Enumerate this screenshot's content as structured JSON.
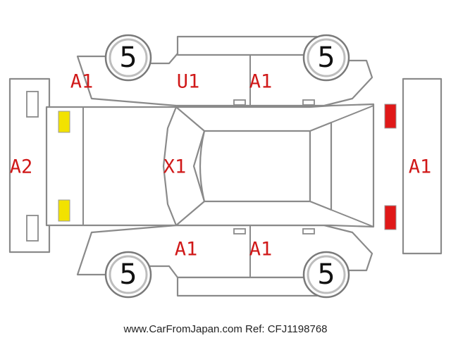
{
  "diagram": {
    "damage_codes": {
      "front_left": "A1",
      "roof_rear_left": "U1",
      "rear_left_door": "A1",
      "front_bumper": "A2",
      "hood": "X1",
      "rear_bumper": "A1",
      "front_right_door": "A1",
      "rear_right_door": "A1"
    },
    "wheels": {
      "top_left": "5",
      "top_right": "5",
      "bottom_left": "5",
      "bottom_right": "5"
    },
    "lights": {
      "front_color": "#f2e200",
      "rear_color": "#e01818"
    }
  },
  "footer": {
    "watermark": "www.CarFromJapan.com Ref: CFJ1198768"
  }
}
